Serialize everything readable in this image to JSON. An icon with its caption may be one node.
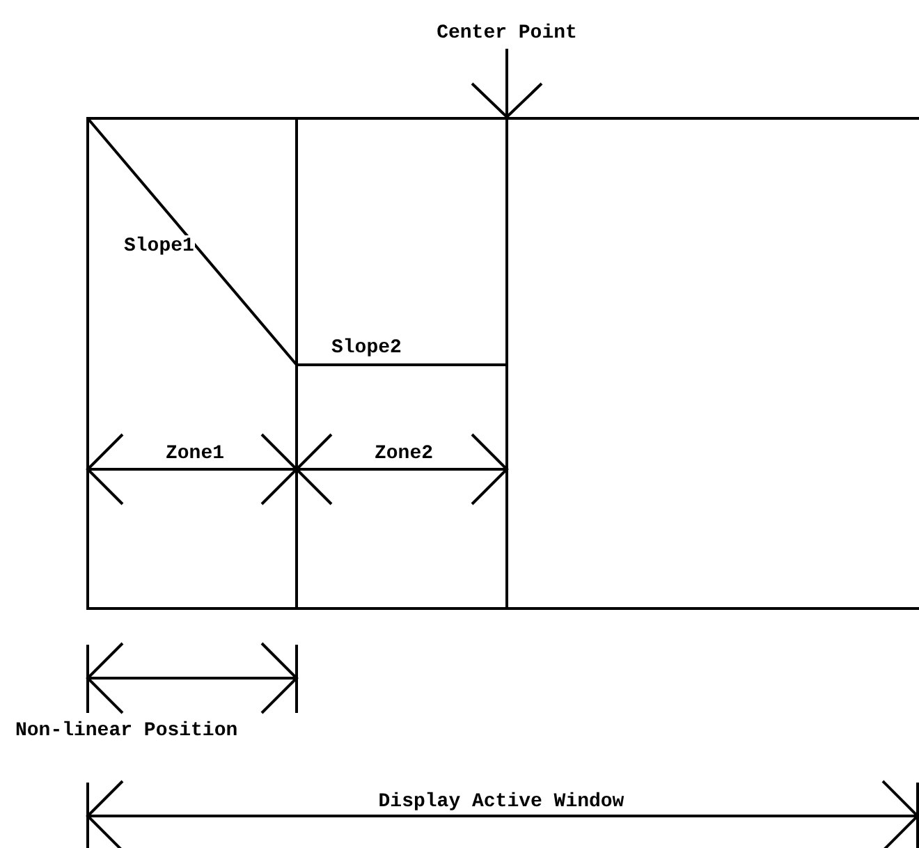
{
  "diagram": {
    "labels": [
      "Center Point",
      "Slope1",
      "Slope2",
      "Zone1",
      "Zone2",
      "Non-linear Position",
      "Display Active Window"
    ]
  }
}
